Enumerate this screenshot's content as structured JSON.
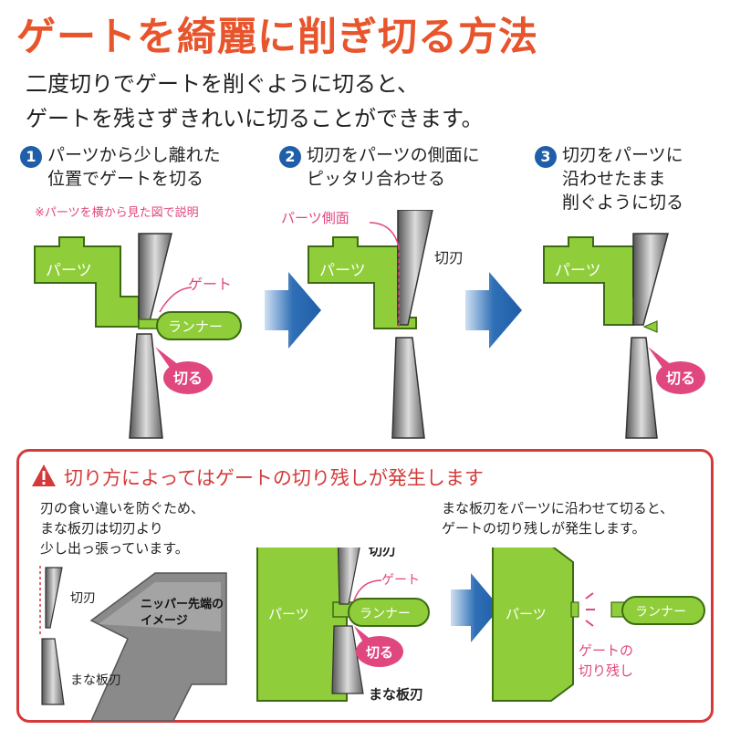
{
  "title": "ゲートを綺麗に削ぎ切る方法",
  "lead": [
    "二度切りでゲートを削ぐように切ると、",
    "ゲートを残さずきれいに切ることができます。"
  ],
  "steps": [
    {
      "num": "1",
      "lines": [
        "パーツから少し離れた",
        "位置でゲートを切る"
      ],
      "note": "※パーツを横から見た図で説明"
    },
    {
      "num": "2",
      "lines": [
        "切刃をパーツの側面に",
        "ピッタリ合わせる"
      ]
    },
    {
      "num": "3",
      "lines": [
        "切刃をパーツに",
        "沿わせたまま",
        "削ぐように切る"
      ]
    }
  ],
  "labels": {
    "part": "パーツ",
    "gate": "ゲート",
    "runner": "ランナー",
    "cut": "切る",
    "part_side": "パーツ側面",
    "blade": "切刃",
    "anvil_blade": "まな板刃",
    "nipper_tip": [
      "ニッパー先端の",
      "イメージ"
    ],
    "leftover": [
      "ゲートの",
      "切り残し"
    ]
  },
  "warning": {
    "title": "切り方によってはゲートの切り残しが発生します",
    "left_text": [
      "刃の食い違いを防ぐため、",
      "まな板刃は切刃より",
      "少し出っ張っています。"
    ],
    "right_text": [
      "まな板刃をパーツに沿わせて切ると、",
      "ゲートの切り残しが発生します。"
    ]
  },
  "colors": {
    "accent": "#e8542b",
    "step": "#1f5ea8",
    "part": "#8fce3a",
    "pink": "#e0477f",
    "warn": "#d43a3a",
    "arrow": "#1f5ea8"
  }
}
